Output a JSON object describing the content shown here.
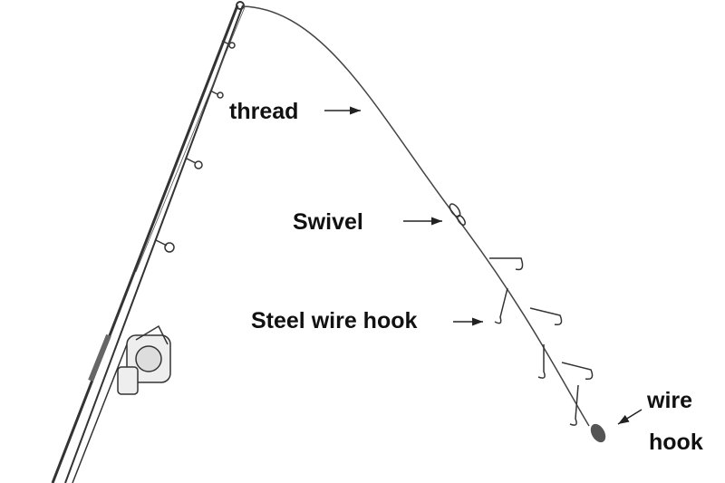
{
  "labels": {
    "thread": "thread",
    "swivel": "Swivel",
    "steel_wire_hook": "Steel wire hook",
    "wire_hook_line1": "wire",
    "wire_hook_line2": "hook"
  },
  "colors": {
    "line": "#333333",
    "text": "#111111"
  }
}
